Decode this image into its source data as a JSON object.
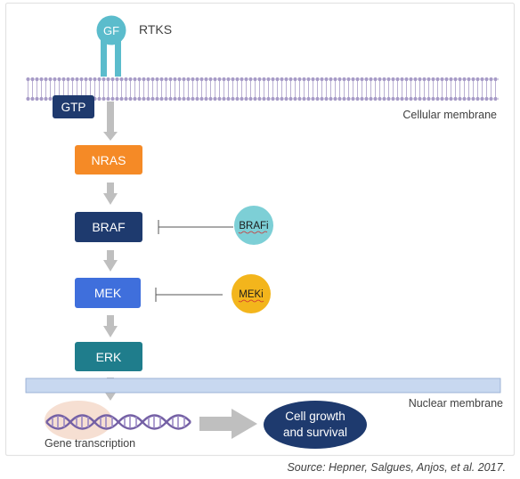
{
  "receptor": {
    "ligand_label": "GF",
    "receptor_label": "RTKS"
  },
  "membranes": {
    "cellular": "Cellular membrane",
    "nuclear": "Nuclear membrane"
  },
  "cascade": {
    "gtp": "GTP",
    "nras": "NRAS",
    "braf": "BRAF",
    "mek": "MEK",
    "erk": "ERK"
  },
  "inhibitors": {
    "braf_inhibitor": "BRAFi",
    "mek_inhibitor": "MEKi"
  },
  "outcome": {
    "dna_label": "Gene transcription",
    "result_line1": "Cell growth",
    "result_line2": "and survival"
  },
  "source": "Source: Hepner, Salgues, Anjos, et al. 2017.",
  "colors": {
    "receptor": "#5bbccc",
    "gtp": "#1f3a6e",
    "nras": "#f58a26",
    "braf": "#1e3a6e",
    "mek": "#3f6fdc",
    "erk": "#1f7d8c",
    "brafi": "#7dcfd6",
    "meki": "#f3b51c",
    "outcome": "#1e3a6e",
    "membrane": "#a79bc7",
    "nuclear": "#c8d8f0",
    "arrow": "#bfbfbf"
  }
}
